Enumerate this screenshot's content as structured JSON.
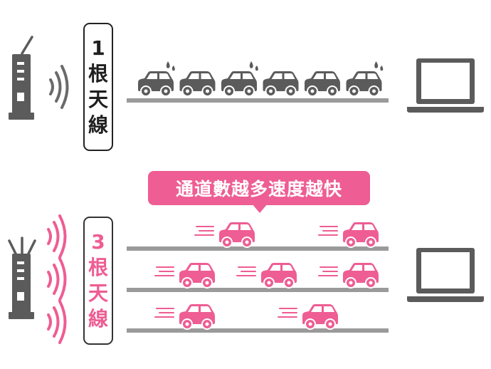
{
  "colors": {
    "gray": "#5b5b5b",
    "pink": "#ee5d93",
    "road": "#9a9a9a",
    "dark": "#222222"
  },
  "top_section": {
    "label_lines": [
      "1",
      "根",
      "天",
      "線"
    ],
    "router_icon": "router-icon",
    "car_count": 6,
    "device_icon": "laptop-icon"
  },
  "bottom_section": {
    "label_lines": [
      "3",
      "根",
      "天",
      "線"
    ],
    "callout_text": "通道數越多速度越快",
    "router_icon": "router-icon",
    "lanes": [
      {
        "cars": 2
      },
      {
        "cars": 3
      },
      {
        "cars": 2
      }
    ],
    "device_icon": "laptop-icon"
  }
}
